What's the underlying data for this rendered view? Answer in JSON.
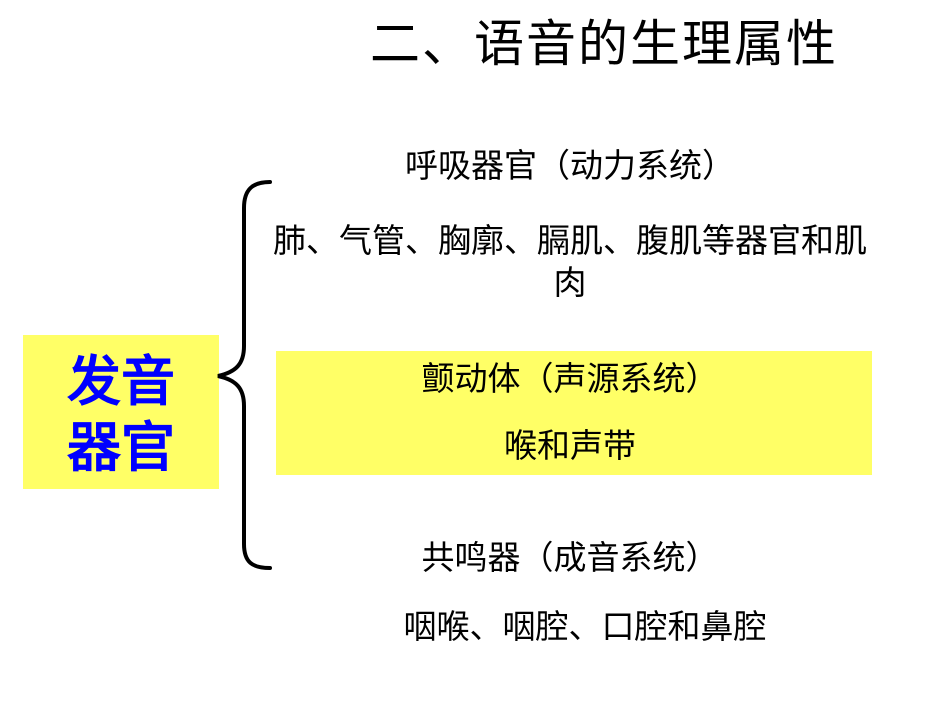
{
  "title": "二、语音的生理属性",
  "organ": {
    "label_line1": "发音",
    "label_line2": "器官"
  },
  "branches": [
    {
      "heading": "呼吸器官（动力系统）",
      "detail": "肺、气管、胸廓、膈肌、腹肌等器官和肌肉"
    },
    {
      "heading": "颤动体（声源系统）",
      "detail": "喉和声带"
    },
    {
      "heading": "共鸣器（成音系统）",
      "detail": "咽喉、咽腔、口腔和鼻腔"
    }
  ],
  "colors": {
    "highlight": "#ffff66",
    "organ_text": "#0000ff",
    "text": "#000000"
  }
}
